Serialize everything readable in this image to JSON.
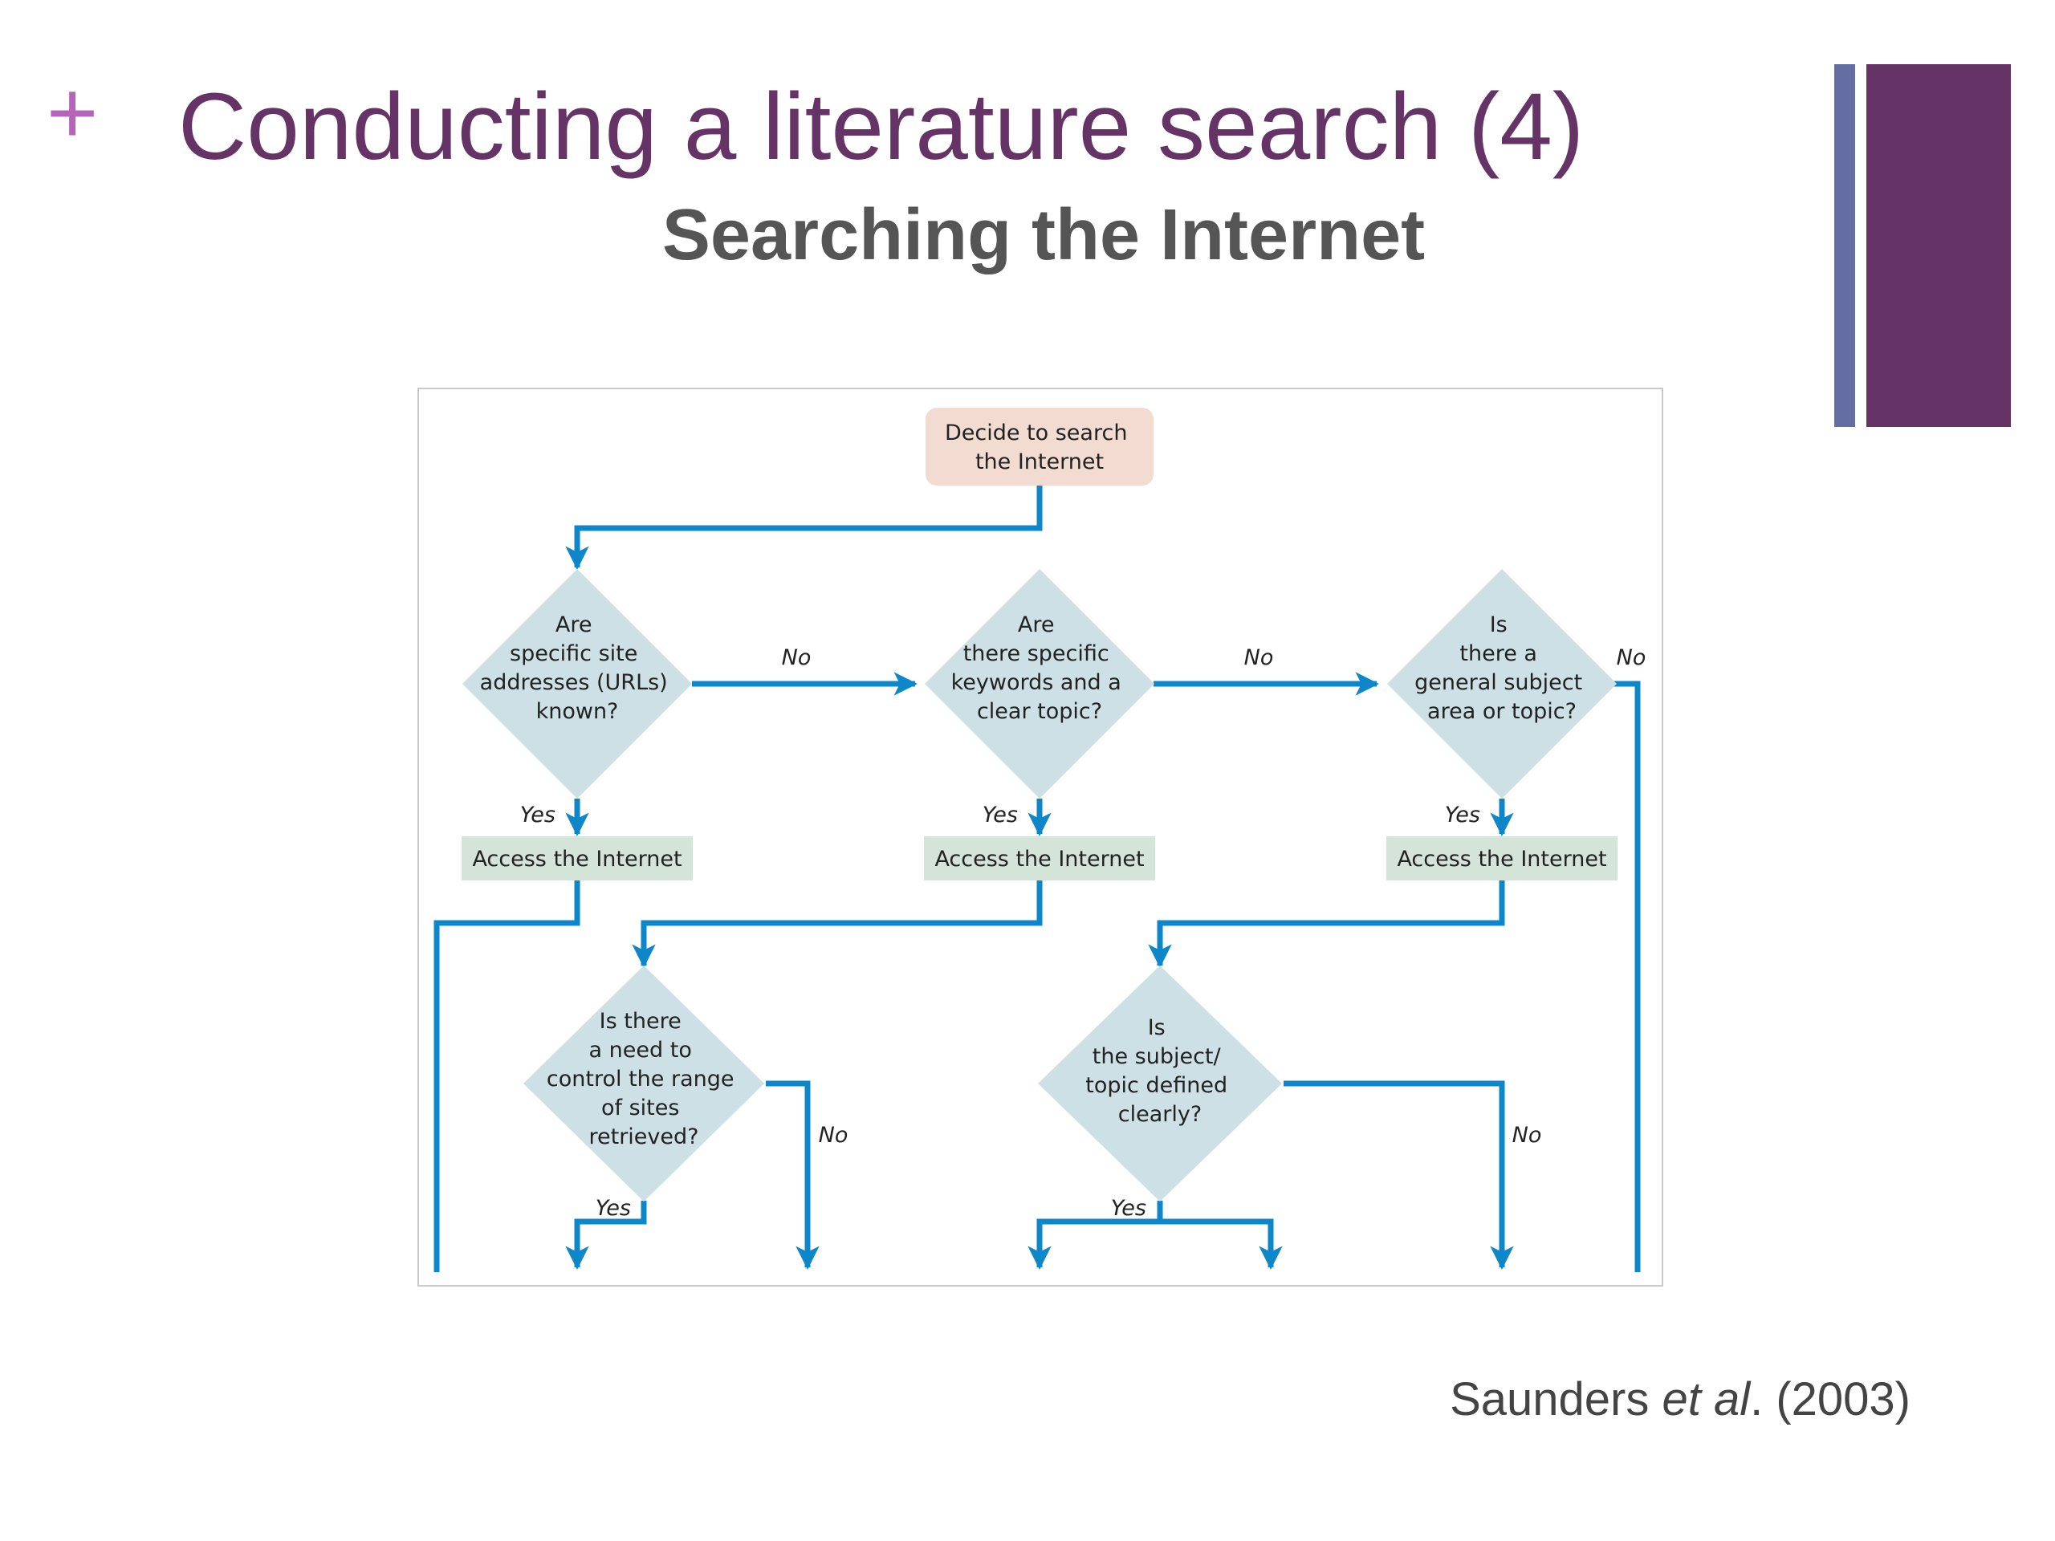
{
  "slide": {
    "plus": "+",
    "title": "Conducting a literature search (4)",
    "subtitle": "Searching the Internet"
  },
  "citation": {
    "author": "Saunders ",
    "etal": "et al",
    "rest": ". (2003)"
  },
  "flowchart": {
    "start": [
      "Decide to search",
      "the Internet"
    ],
    "decision_urls": [
      "Are",
      "specific site",
      "addresses (URLs)",
      "known?"
    ],
    "decision_keywords": [
      "Are",
      "there specific",
      "keywords and a",
      "clear topic?"
    ],
    "decision_general": [
      "Is",
      "there a",
      "general subject",
      "area or topic?"
    ],
    "decision_range": [
      "Is there",
      "a need to",
      "control the range",
      "of sites",
      "retrieved?"
    ],
    "decision_subject": [
      "Is",
      "the subject/",
      "topic defined",
      "clearly?"
    ],
    "access_label": "Access the Internet",
    "yes_label": "Yes",
    "no_label": "No"
  },
  "colors": {
    "title": "#663366",
    "plus": "#b565b8",
    "start_fill": "#f2dcd2",
    "diamond_fill": "#cde0e5",
    "process_fill": "#d4e4d8",
    "arrow": "#0d87c9"
  }
}
